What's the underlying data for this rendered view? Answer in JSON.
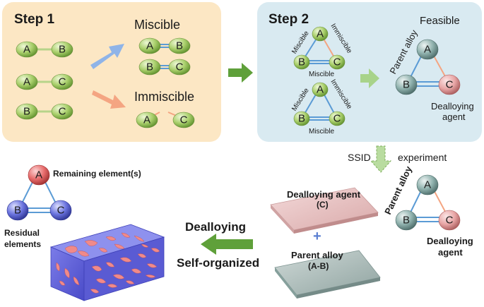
{
  "step1": {
    "title": "Step 1",
    "miscible_label": "Miscible",
    "immiscible_label": "Immiscible",
    "pairs": [
      [
        "A",
        "B"
      ],
      [
        "A",
        "C"
      ],
      [
        "B",
        "C"
      ]
    ],
    "miscible_pairs": [
      [
        "A",
        "B"
      ],
      [
        "B",
        "C"
      ]
    ],
    "immiscible_pairs": [
      [
        "A",
        "C"
      ]
    ]
  },
  "step2": {
    "title": "Step 2",
    "feasible_label": "Feasible",
    "triangle_left": "Miscible",
    "triangle_right": "Immiscible",
    "triangle_bottom": "Miscible",
    "parent_alloy": "Parent alloy",
    "dealloying_agent_1": "Dealloying",
    "dealloying_agent_2": "agent",
    "elements": [
      "A",
      "B",
      "C"
    ]
  },
  "ssid": {
    "label": "SSID",
    "experiment": "experiment"
  },
  "plates": {
    "top_label_1": "Dealloying agent",
    "top_label_2": "(C)",
    "plus": "+",
    "bottom_label_1": "Parent alloy",
    "bottom_label_2": "(A-B)"
  },
  "right_triangle": {
    "parent_alloy": "Parent alloy",
    "dealloying_1": "Dealloying",
    "dealloying_2": "agent",
    "elements": [
      "A",
      "B",
      "C"
    ]
  },
  "result": {
    "remaining": "Remaining element(s)",
    "residual_1": "Residual",
    "residual_2": "elements",
    "dealloying": "Dealloying",
    "self_organized": "Self-organized",
    "elements": [
      "A",
      "B",
      "C"
    ]
  },
  "colors": {
    "step1_bg": "#fce7c4",
    "step2_bg": "#d9eaf1",
    "green_ball": "#a9cf6b",
    "gray_ball": "#8fb1ad",
    "pink_ball": "#e8a6a6",
    "red_ball": "#e76b6b",
    "blue_ball": "#6a73de",
    "miscible_line": "#5b9bd5",
    "immiscible_line": "#f4a582",
    "green_arrow": "#5fa03a",
    "blue_arrow": "#8fb4e8",
    "orange_arrow": "#f4a582"
  }
}
